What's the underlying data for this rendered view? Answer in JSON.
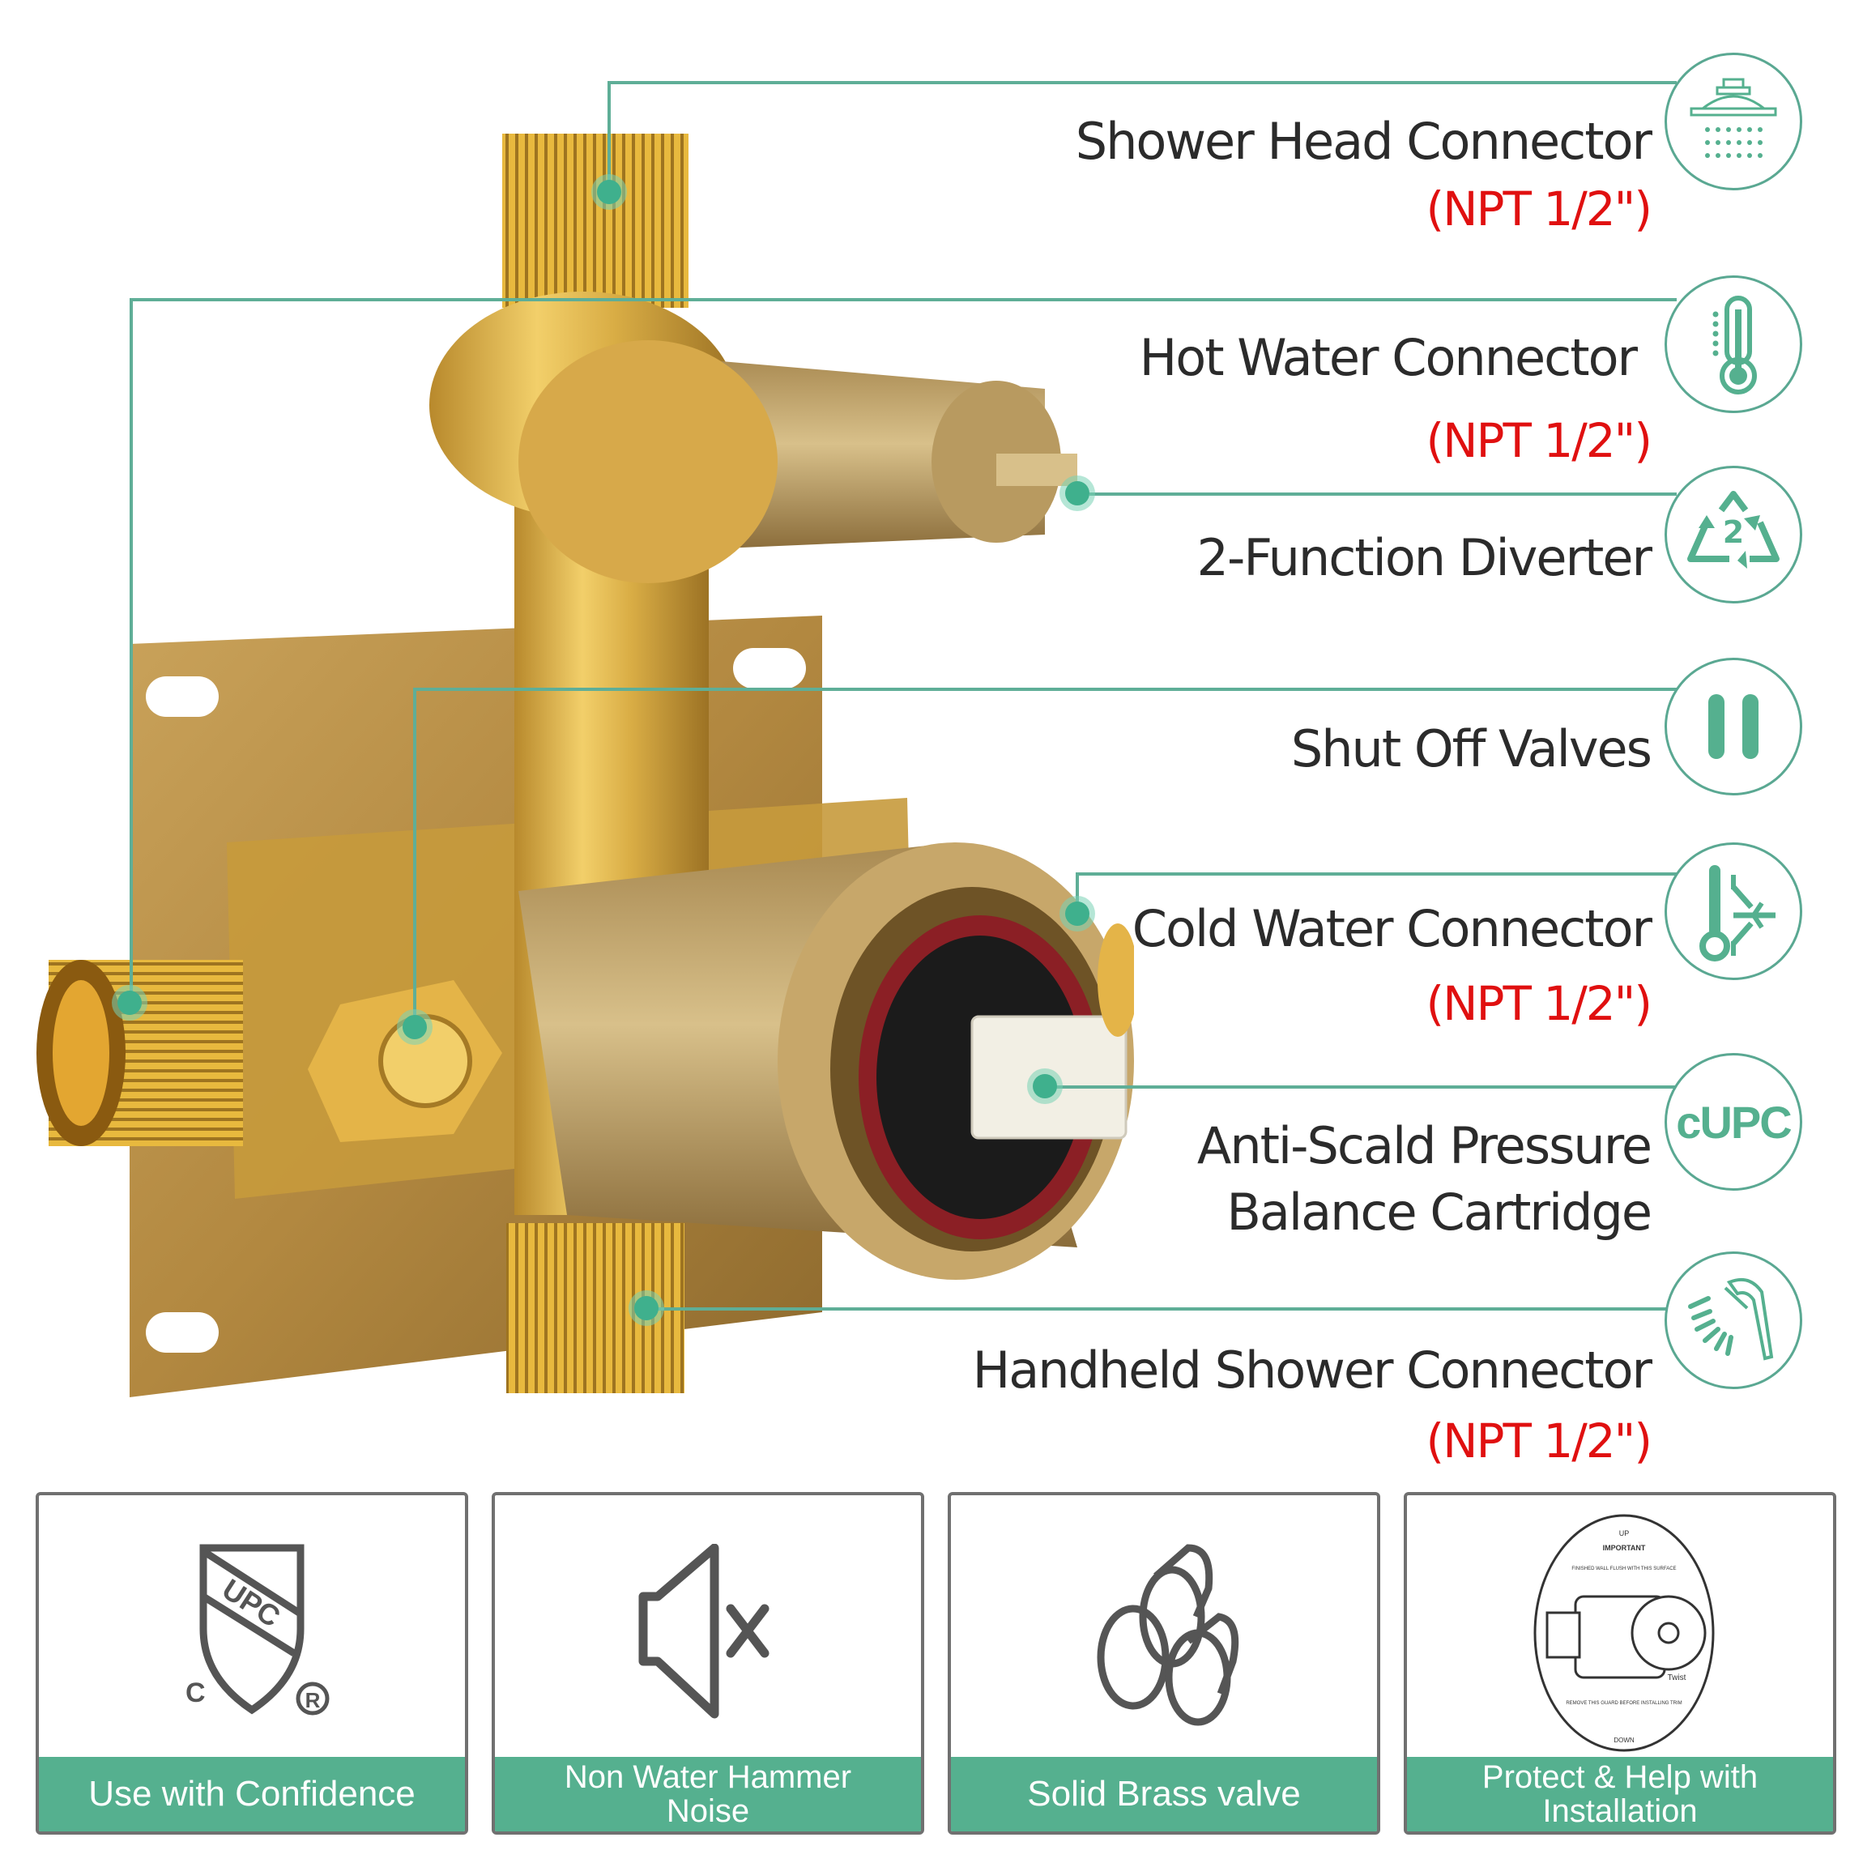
{
  "colors": {
    "accent_teal": "#55b08f",
    "line_teal": "#5fae97",
    "spec_red": "#e01010",
    "label_text": "#2b2b2b",
    "brass": "#d4a94a",
    "icon_gray": "#555555"
  },
  "callouts": [
    {
      "label": "Shower Head Connector",
      "spec": "(NPT 1/2\")",
      "icon": "shower-head-icon"
    },
    {
      "label": "Hot Water Connector",
      "spec": "(NPT 1/2\")",
      "icon": "thermometer-hot-icon"
    },
    {
      "label": "2-Function Diverter",
      "spec": null,
      "icon": "recycle-2-icon",
      "icon_text": "2"
    },
    {
      "label": "Shut Off Valves",
      "spec": null,
      "icon": "pause-icon"
    },
    {
      "label": "Cold Water Connector",
      "spec": "(NPT 1/2\")",
      "icon": "thermometer-cold-snowflake-icon"
    },
    {
      "label_line1": "Anti-Scald Pressure",
      "label_line2": "Balance Cartridge",
      "spec": null,
      "icon": "cupc-icon",
      "icon_text": "cUPC"
    },
    {
      "label": "Handheld Shower Connector",
      "spec": "(NPT 1/2\")",
      "icon": "handheld-shower-icon"
    }
  ],
  "features": [
    {
      "caption": "Use with Confidence",
      "icon": "upc-shield-icon",
      "icon_text_upc": "UPC",
      "icon_text_c": "C",
      "icon_text_r": "R"
    },
    {
      "caption": "Non Water Hammer Noise",
      "icon": "speaker-mute-icon"
    },
    {
      "caption": "Solid Brass valve",
      "icon": "brass-bars-icon"
    },
    {
      "caption": "Protect & Help with Installation",
      "icon": "plaster-guard-icon",
      "guard_text": {
        "up": "UP",
        "important": "IMPORTANT",
        "finish": "FINISHED WALL FLUSH WITH THIS SURFACE",
        "remove": "REMOVE THIS GUARD BEFORE INSTALLING TRIM",
        "twist": "Twist",
        "down": "DOWN"
      }
    }
  ]
}
